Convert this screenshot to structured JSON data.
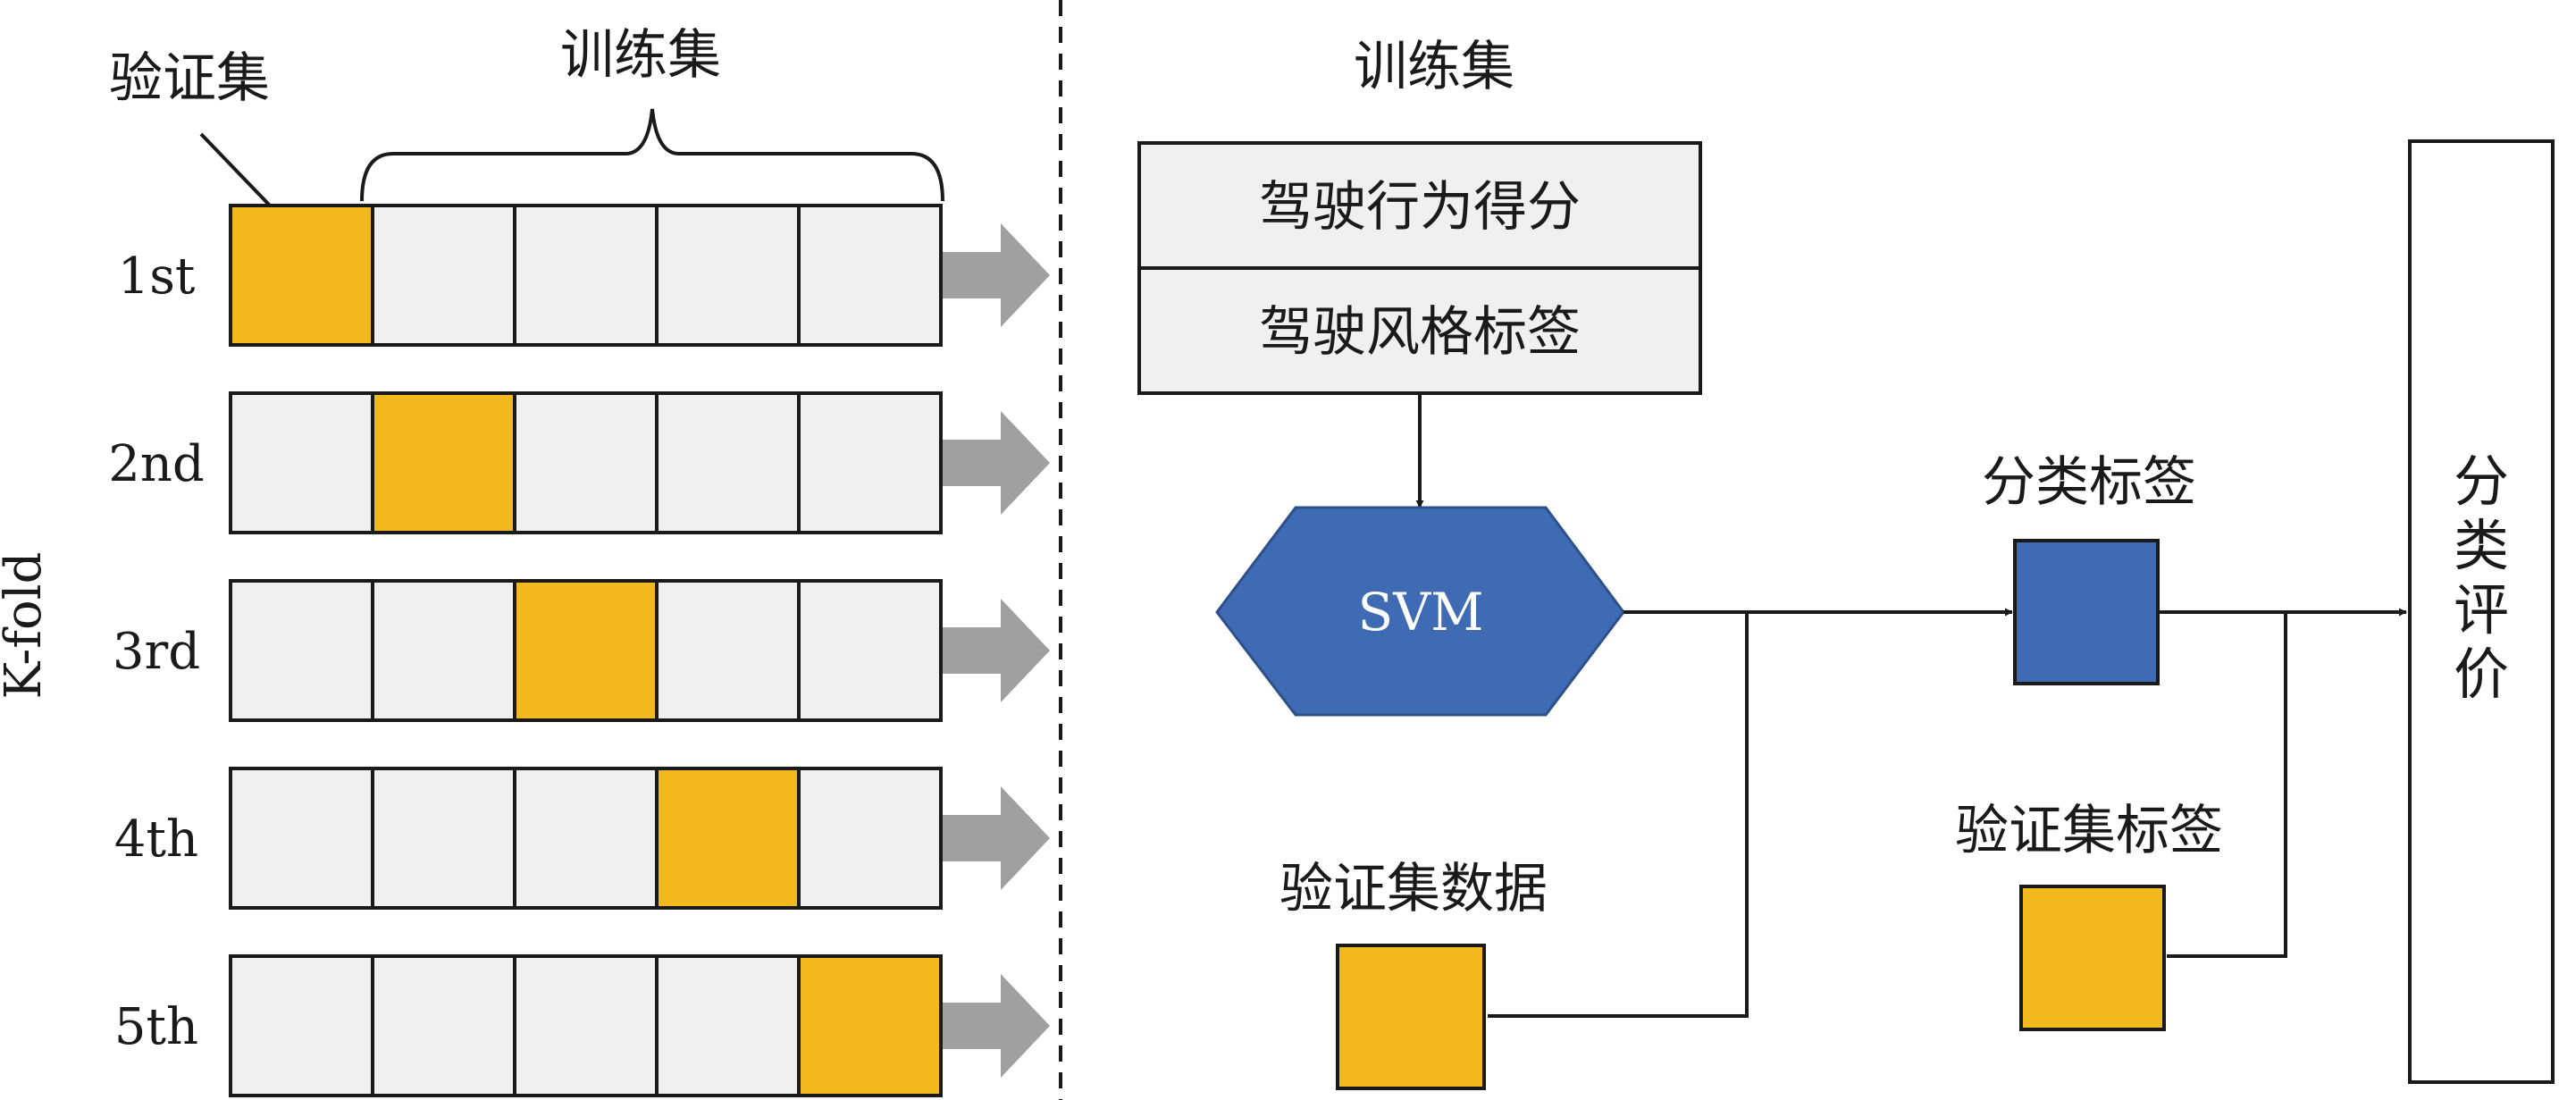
{
  "cv": {
    "validation_label": "验证集",
    "training_label": "训练集",
    "axis_label": "K-fold",
    "folds": [
      {
        "label": "1st",
        "validation_index": 0
      },
      {
        "label": "2nd",
        "validation_index": 1
      },
      {
        "label": "3rd",
        "validation_index": 2
      },
      {
        "label": "4th",
        "validation_index": 3
      },
      {
        "label": "5th",
        "validation_index": 4
      }
    ],
    "cells_per_fold": 5
  },
  "pipeline": {
    "training_title": "训练集",
    "training_rows": [
      "驾驶行为得分",
      "驾驶风格标签"
    ],
    "model": "SVM",
    "predicted_label": "分类标签",
    "validation_data": "验证集数据",
    "validation_labels": "验证集标签",
    "evaluation": "分类评价"
  },
  "colors": {
    "validation": "#F2B91E",
    "training": "#F0F0F0",
    "model": "#3F6BB5",
    "predicted": "#3F6BB5",
    "arrow": "#A0A0A0",
    "line": "#1a1a1a"
  }
}
